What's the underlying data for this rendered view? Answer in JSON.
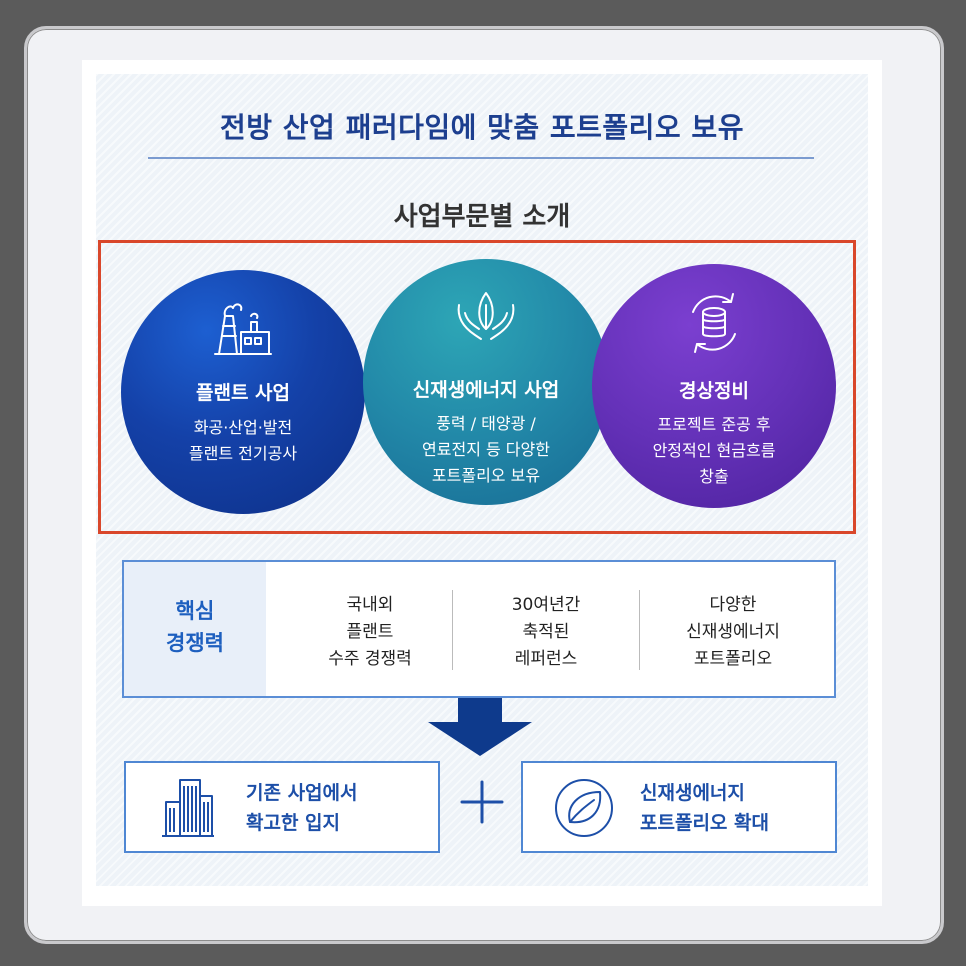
{
  "header": {
    "title": "전방 산업 패러다임에 맞춤 포트폴리오 보유",
    "subtitle": "사업부문별 소개"
  },
  "business_units": [
    {
      "title": "플랜트 사업",
      "desc_lines": [
        "화공·산업·발전",
        "플랜트 전기공사"
      ],
      "icon": "power-plant-icon"
    },
    {
      "title": "신재생에너지 사업",
      "desc_lines": [
        "풍력 / 태양광 /",
        "연료전지 등 다양한",
        "포트폴리오 보유"
      ],
      "icon": "hands-leaf-icon"
    },
    {
      "title": "경상정비",
      "desc_lines": [
        "프로젝트 준공 후",
        "안정적인 현금흐름",
        "창출"
      ],
      "icon": "coins-cycle-icon"
    }
  ],
  "core": {
    "label_lines": [
      "핵심",
      "경쟁력"
    ],
    "items": [
      {
        "lines": [
          "국내외",
          "플랜트",
          "수주 경쟁력"
        ]
      },
      {
        "lines": [
          "30여년간",
          "축적된",
          "레퍼런스"
        ]
      },
      {
        "lines": [
          "다양한",
          "신재생에너지",
          "포트폴리오"
        ]
      }
    ]
  },
  "outcomes": [
    {
      "lines": [
        "기존 사업에서",
        "확고한 입지"
      ],
      "icon": "buildings-icon"
    },
    {
      "lines": [
        "신재생에너지",
        "포트폴리오 확대"
      ],
      "icon": "leaf-circle-icon"
    }
  ],
  "colors": {
    "title_blue": "#1d3f8f",
    "highlight_red": "#d9472b",
    "circle_blue": "#1441a8",
    "circle_teal": "#2288a8",
    "circle_purple": "#6431b8",
    "accent_blue": "#1d4fa8"
  }
}
